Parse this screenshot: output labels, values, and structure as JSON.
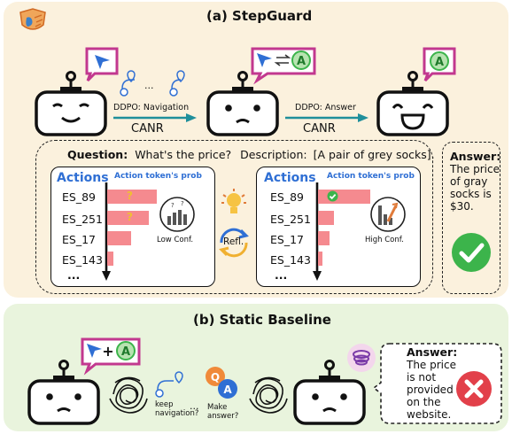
{
  "panel_a": {
    "title": "(a) StepGuard",
    "arrow1_top": "DDPO: Navigation",
    "arrow1_bottom": "CANR",
    "arrow2_top": "DDPO: Answer",
    "arrow2_bottom": "CANR",
    "ellipsis": "...",
    "question_label": "Question:",
    "question_text": "What's the price?",
    "description_label": "Description:",
    "description_text": "[A pair of grey socks].",
    "left_card": {
      "actions_label": "Actions",
      "prob_label": "Action token's prob",
      "actions": [
        "ES_89",
        "ES_251",
        "ES_17",
        "ES_143",
        "..."
      ],
      "probs": [
        0.62,
        0.52,
        0.3,
        0.08
      ],
      "conf_label": "Low Conf."
    },
    "right_card": {
      "actions_label": "Actions",
      "prob_label": "Action token's prob",
      "actions": [
        "ES_89",
        "ES_251",
        "ES_17",
        "ES_143",
        "..."
      ],
      "probs": [
        0.66,
        0.2,
        0.14,
        0.06
      ],
      "conf_label": "High Conf."
    },
    "refl_label": "Refl.",
    "answer_label": "Answer:",
    "answer_lines": [
      "The price",
      "of gray",
      "socks is",
      "$30."
    ]
  },
  "panel_b": {
    "title": "(b) Static Baseline",
    "keep_nav_lines": [
      "keep",
      "navigation?"
    ],
    "ellipsis": "...",
    "make_answer_lines": [
      "Make",
      "answer?"
    ],
    "answer_label": "Answer:",
    "answer_lines": [
      "The price",
      "is not",
      "provided",
      "on the",
      "website."
    ]
  },
  "colors": {
    "bar": "#f58a8f",
    "accent_blue": "#2f6fd4",
    "arrow_teal": "#1f8f9b",
    "check_green": "#3cb44b",
    "cross_red": "#e2404a",
    "panel_a_bg": "#fbf1dd",
    "panel_b_bg": "#e9f4dd",
    "bubble_magenta": "#c2388f"
  }
}
